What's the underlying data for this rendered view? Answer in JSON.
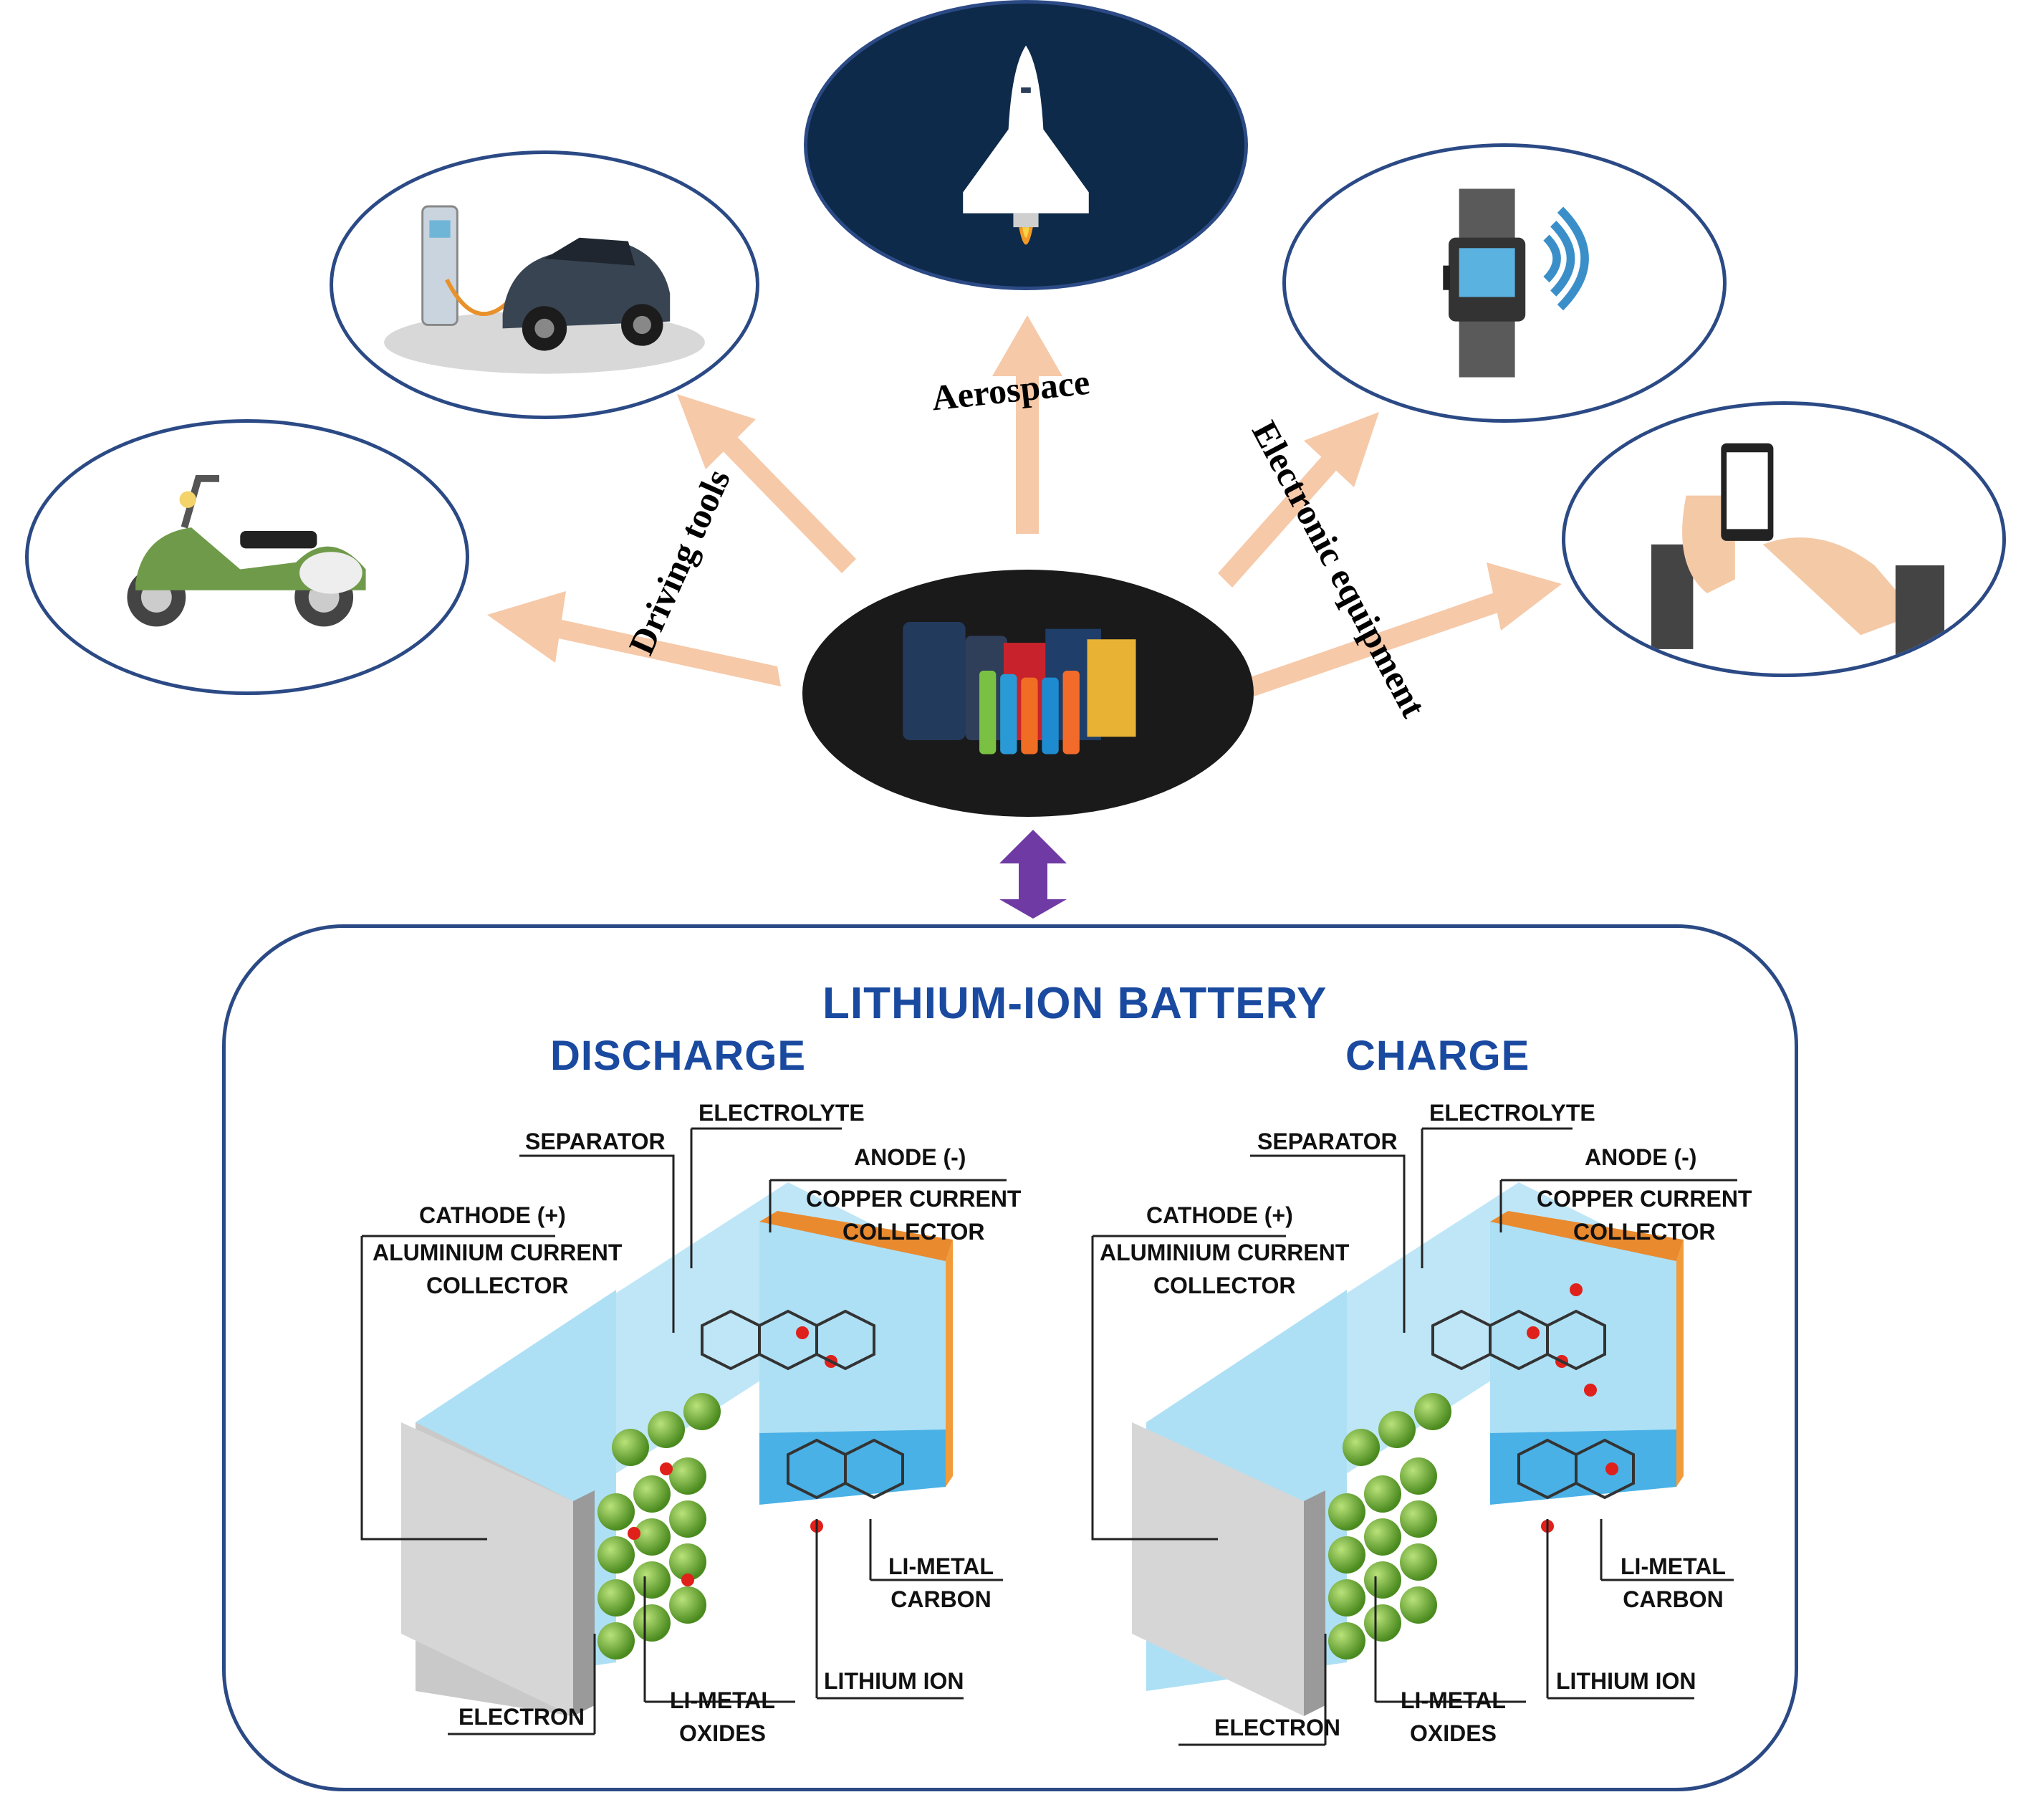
{
  "labels": {
    "aerospace": "Aerospace",
    "driving_tools": "Driving tools",
    "electronic_equipment": "Electronic equipment"
  },
  "panel": {
    "title": "LITHIUM-ION BATTERY",
    "discharge": {
      "title": "DISCHARGE",
      "separator": "SEPARATOR",
      "electrolyte": "ELECTROLYTE",
      "anode": "ANODE (-)",
      "copper_1": "COPPER CURRENT",
      "copper_2": "COLLECTOR",
      "cathode": "CATHODE (+)",
      "aluminium_1": "ALUMINIUM CURRENT",
      "aluminium_2": "COLLECTOR",
      "li_metal_carbon_1": "LI-METAL",
      "li_metal_carbon_2": "CARBON",
      "lithium_ion": "LITHIUM ION",
      "li_metal_oxides_1": "LI-METAL",
      "li_metal_oxides_2": "OXIDES",
      "electron": "ELECTRON"
    },
    "charge": {
      "title": "CHARGE",
      "separator": "SEPARATOR",
      "electrolyte": "ELECTROLYTE",
      "anode": "ANODE (-)",
      "copper_1": "COPPER CURRENT",
      "copper_2": "COLLECTOR",
      "cathode": "CATHODE (+)",
      "aluminium_1": "ALUMINIUM CURRENT",
      "aluminium_2": "COLLECTOR",
      "li_metal_carbon_1": "LI-METAL",
      "li_metal_carbon_2": "CARBON",
      "lithium_ion": "LITHIUM ION",
      "li_metal_oxides_1": "LI-METAL",
      "li_metal_oxides_2": "OXIDES",
      "electron": "ELECTRON"
    }
  },
  "colors": {
    "ellipse_border": "#2b4a85",
    "arrow": "#f6c9a8",
    "double_arrow": "#6f3aa4",
    "title_blue": "#1a4aa0",
    "aerospace_bg": "#0e2a4a",
    "battery_bg": "#1a1a1a"
  },
  "icons": [
    "scooter-icon",
    "electric-car-icon",
    "space-shuttle-icon",
    "smartwatch-icon",
    "smartphone-icon",
    "batteries-icon"
  ]
}
